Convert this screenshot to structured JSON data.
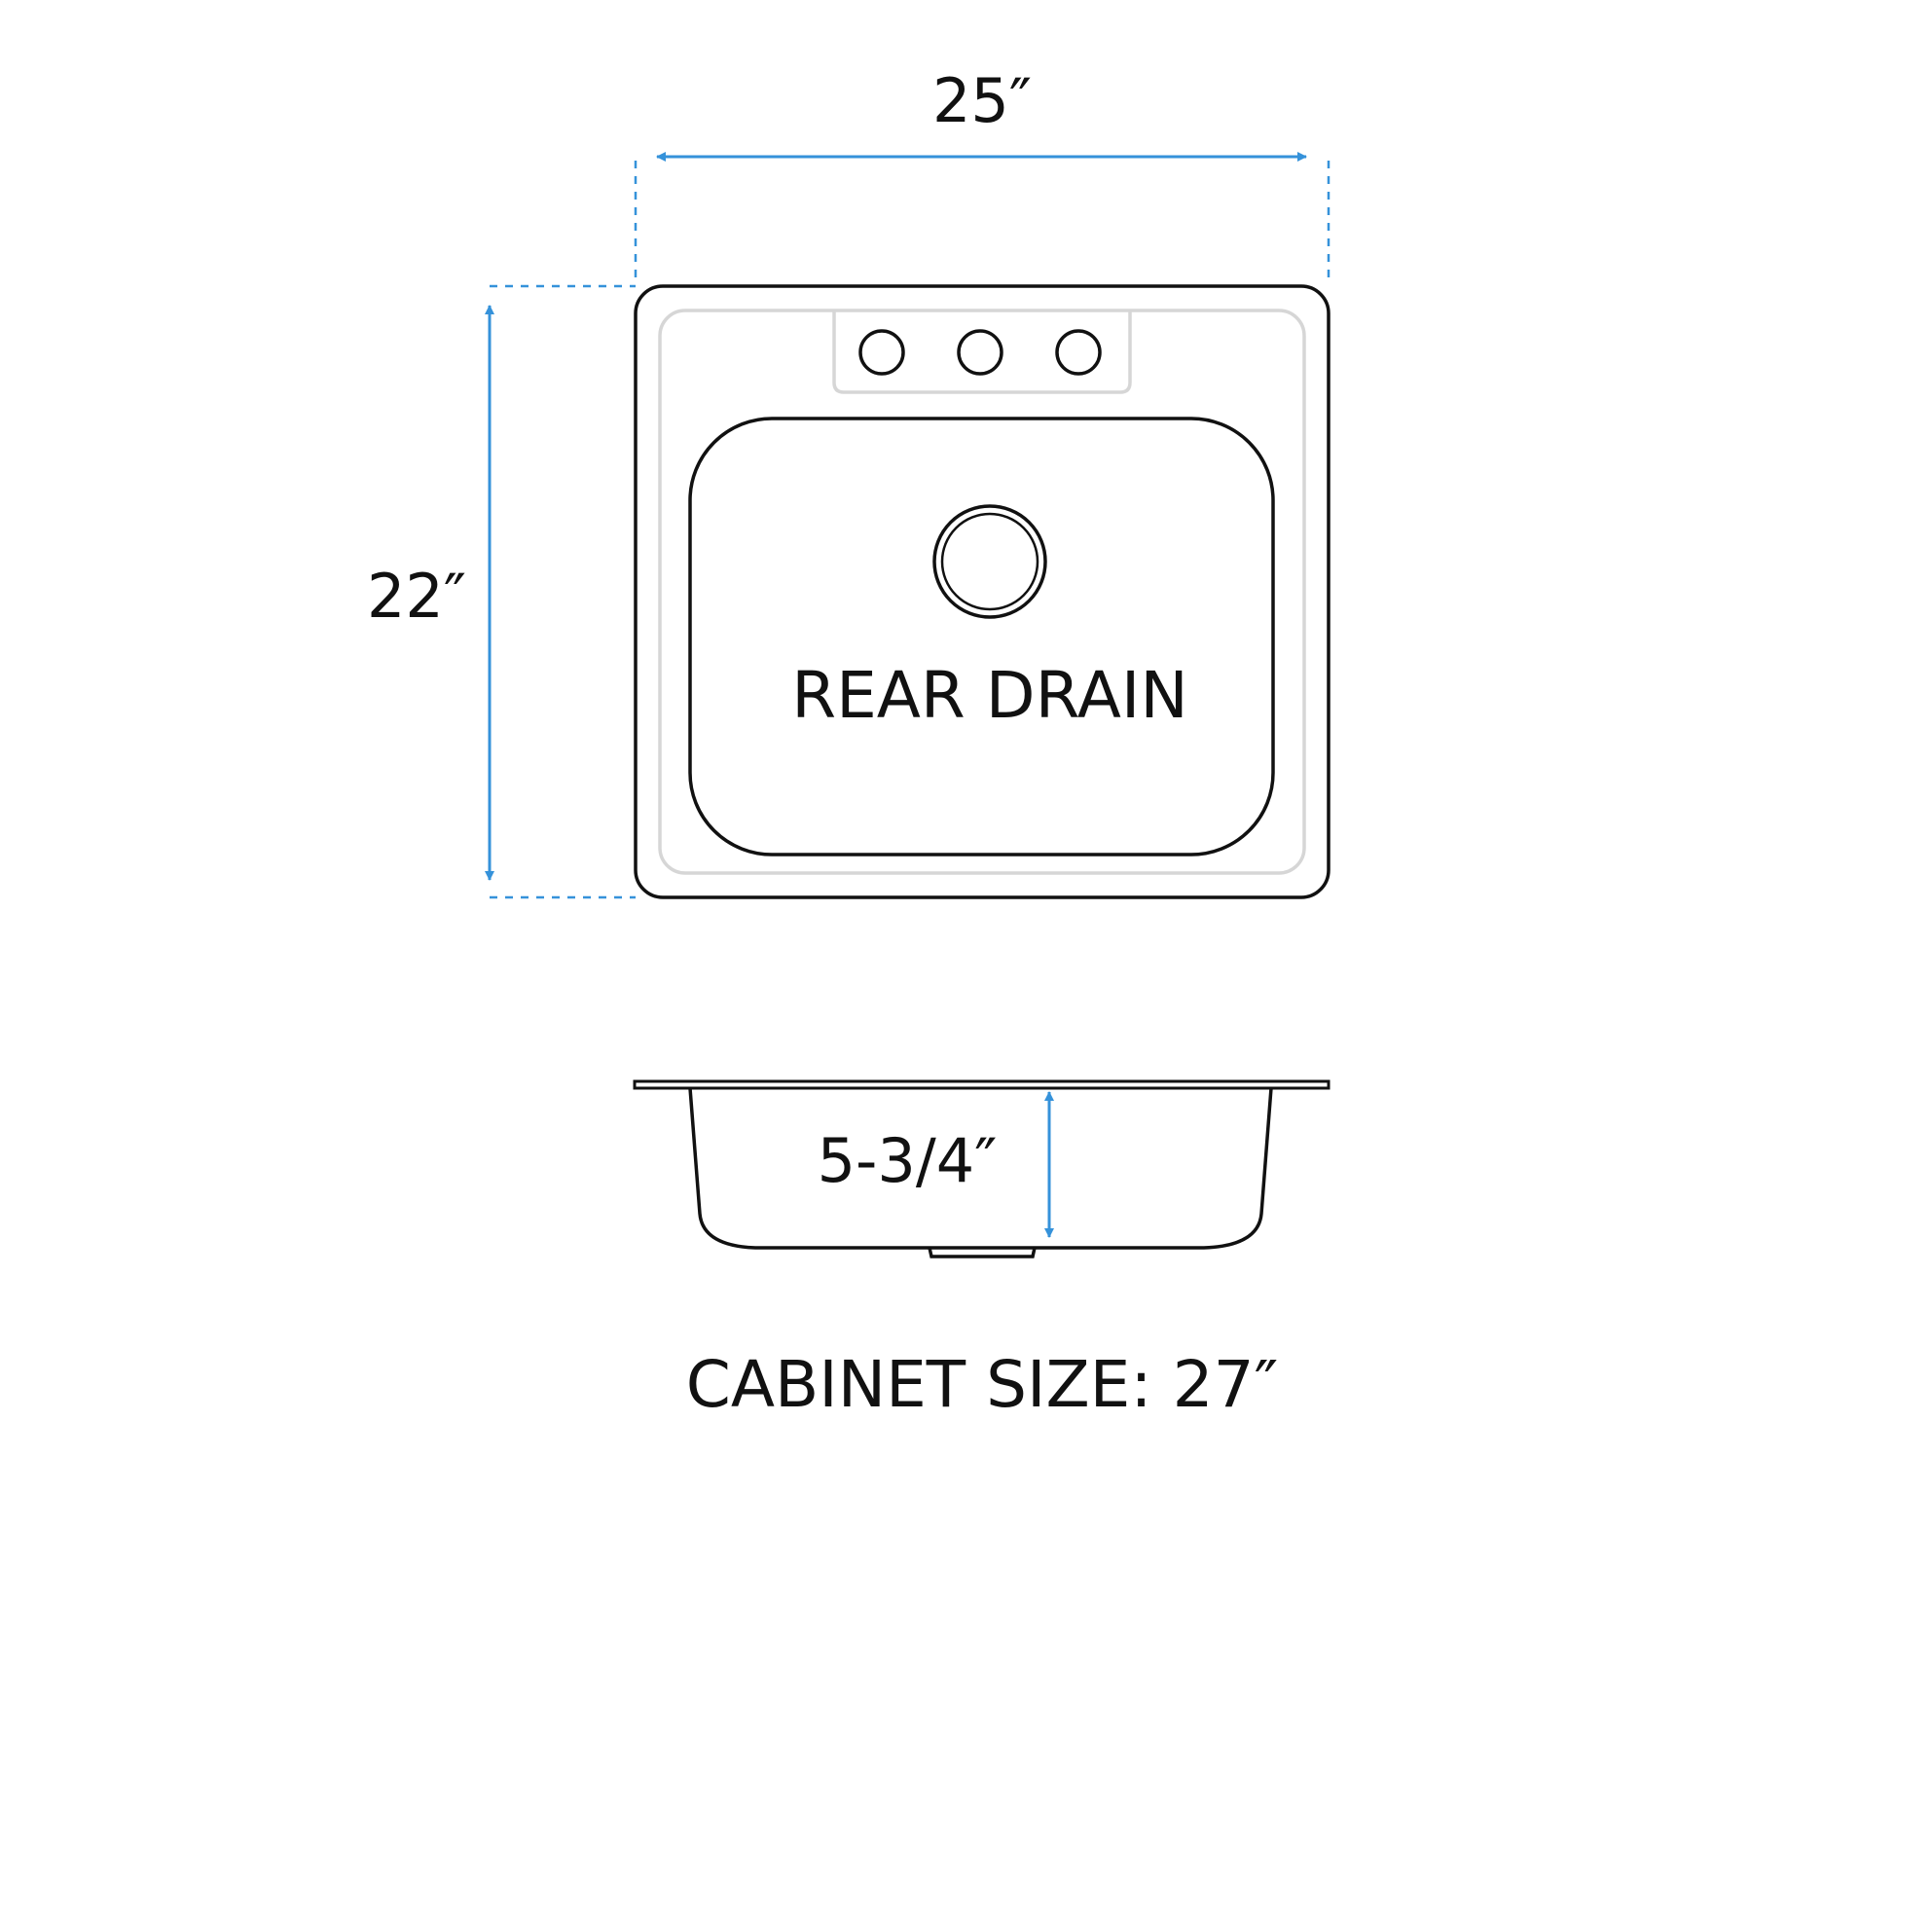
{
  "colors": {
    "dimension": "#3592DA",
    "outline": "#111111",
    "rim": "#D6D6D6"
  },
  "dimensions": {
    "width_label": "25″",
    "length_label": "22″",
    "depth_label": "5-3/4″"
  },
  "top_view": {
    "drain_label": "REAR DRAIN",
    "faucet_hole_count": 3
  },
  "footer": {
    "cabinet_label": "CABINET SIZE: 27″"
  }
}
